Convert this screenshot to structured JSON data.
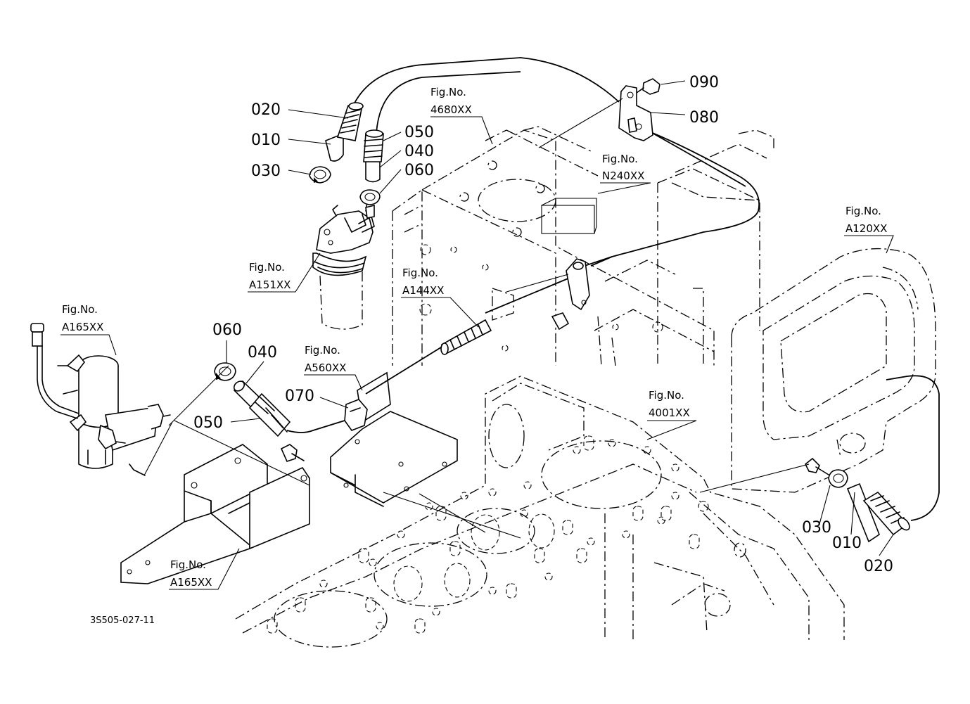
{
  "part_numbers": {
    "p090": "090",
    "p080": "080",
    "p020_top": "020",
    "p010_top": "010",
    "p030_top": "030",
    "p050_top": "050",
    "p040_top": "040",
    "p060_top": "060",
    "p060_mid": "060",
    "p040_mid": "040",
    "p050_mid": "050",
    "p070": "070",
    "p030_right": "030",
    "p010_right": "010",
    "p020_right": "020"
  },
  "fig_refs": {
    "f4680": {
      "line1": "Fig.No.",
      "line2": "4680XX"
    },
    "fN240": {
      "line1": "Fig.No.",
      "line2": "N240XX"
    },
    "fA120": {
      "line1": "Fig.No.",
      "line2": "A120XX"
    },
    "fA151": {
      "line1": "Fig.No.",
      "line2": "A151XX"
    },
    "fA144": {
      "line1": "Fig.No.",
      "line2": "A144XX"
    },
    "fA165_top": {
      "line1": "Fig.No.",
      "line2": "A165XX"
    },
    "fA560": {
      "line1": "Fig.No.",
      "line2": "A560XX"
    },
    "f4001": {
      "line1": "Fig.No.",
      "line2": "4001XX"
    },
    "fA165_bot": {
      "line1": "Fig.No.",
      "line2": "A165XX"
    }
  },
  "drawing_code": "3S505-027-11"
}
